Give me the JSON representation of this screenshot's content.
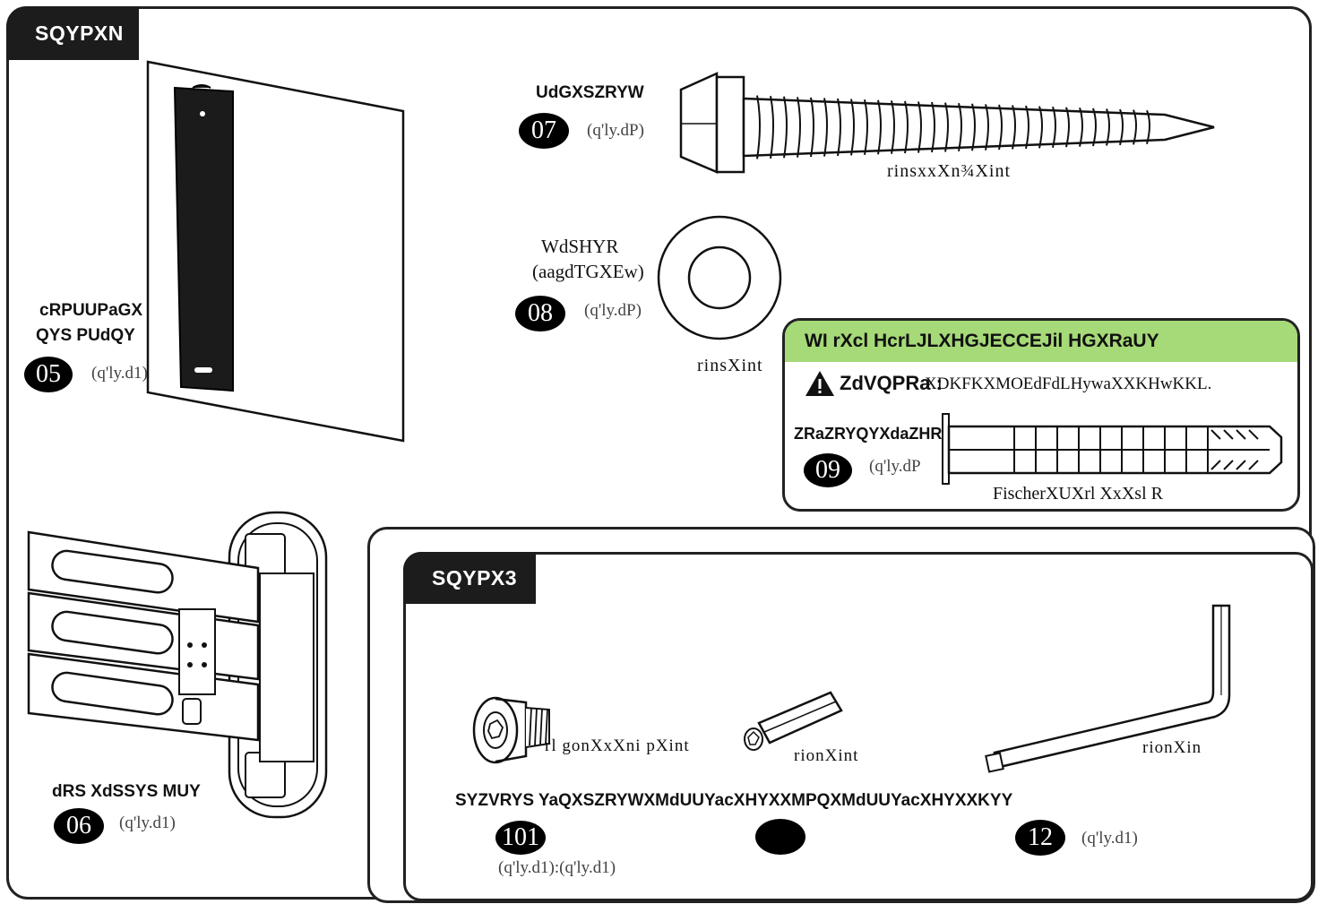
{
  "step1": {
    "tab_label": "SQYPXN"
  },
  "step3": {
    "tab_label": "SQYPX3"
  },
  "parts": {
    "p05": {
      "number": "05",
      "qty": "(q'ly.d1)",
      "name_line1": "cRPUUPaGX",
      "name_line2": "QYS PUdQY"
    },
    "p06": {
      "number": "06",
      "qty": "(q'ly.d1)",
      "name": "dRS XdSSYS MUY"
    },
    "p07": {
      "number": "07",
      "qty": "(q'ly.dP)",
      "name": "UdGXSZRYW",
      "dimension": "rinsxxXn¾Xint"
    },
    "p08": {
      "number": "08",
      "qty": "(q'ly.dP)",
      "name_line1": "WdSHYR",
      "name_line2": "(aagdTGXEw)",
      "dimension": "rinsXint"
    },
    "p09": {
      "number": "09",
      "qty": "(q'ly.dP",
      "name": "ZRaZRYQYXdaZHRR",
      "dimension": "FischerXUXrl XxXsl R"
    },
    "p10": {
      "number": "101",
      "qty": "(q'ly.d1):(q'ly.d1)",
      "dimension": "rl gonXxXni pXint"
    },
    "p11": {
      "number": "",
      "dimension": "rionXint"
    },
    "p12": {
      "number": "12",
      "qty": "(q'ly.d1)",
      "dimension": "rionXin"
    },
    "step3_caption": "SYZVRYS YaQXSZRYWXMdUUYacXHYXXMPQXMdUUYacXHYXXKYY"
  },
  "warning": {
    "header": "WI rXcl HcrLJLXHGJECCEJil HGXRaUY",
    "icon": "warning-triangle-icon",
    "title": "ZdVQPRa :",
    "text": "XDKFKXMOEdFdLHywaXXKHwKKL.",
    "header_color": "#a6d977"
  }
}
